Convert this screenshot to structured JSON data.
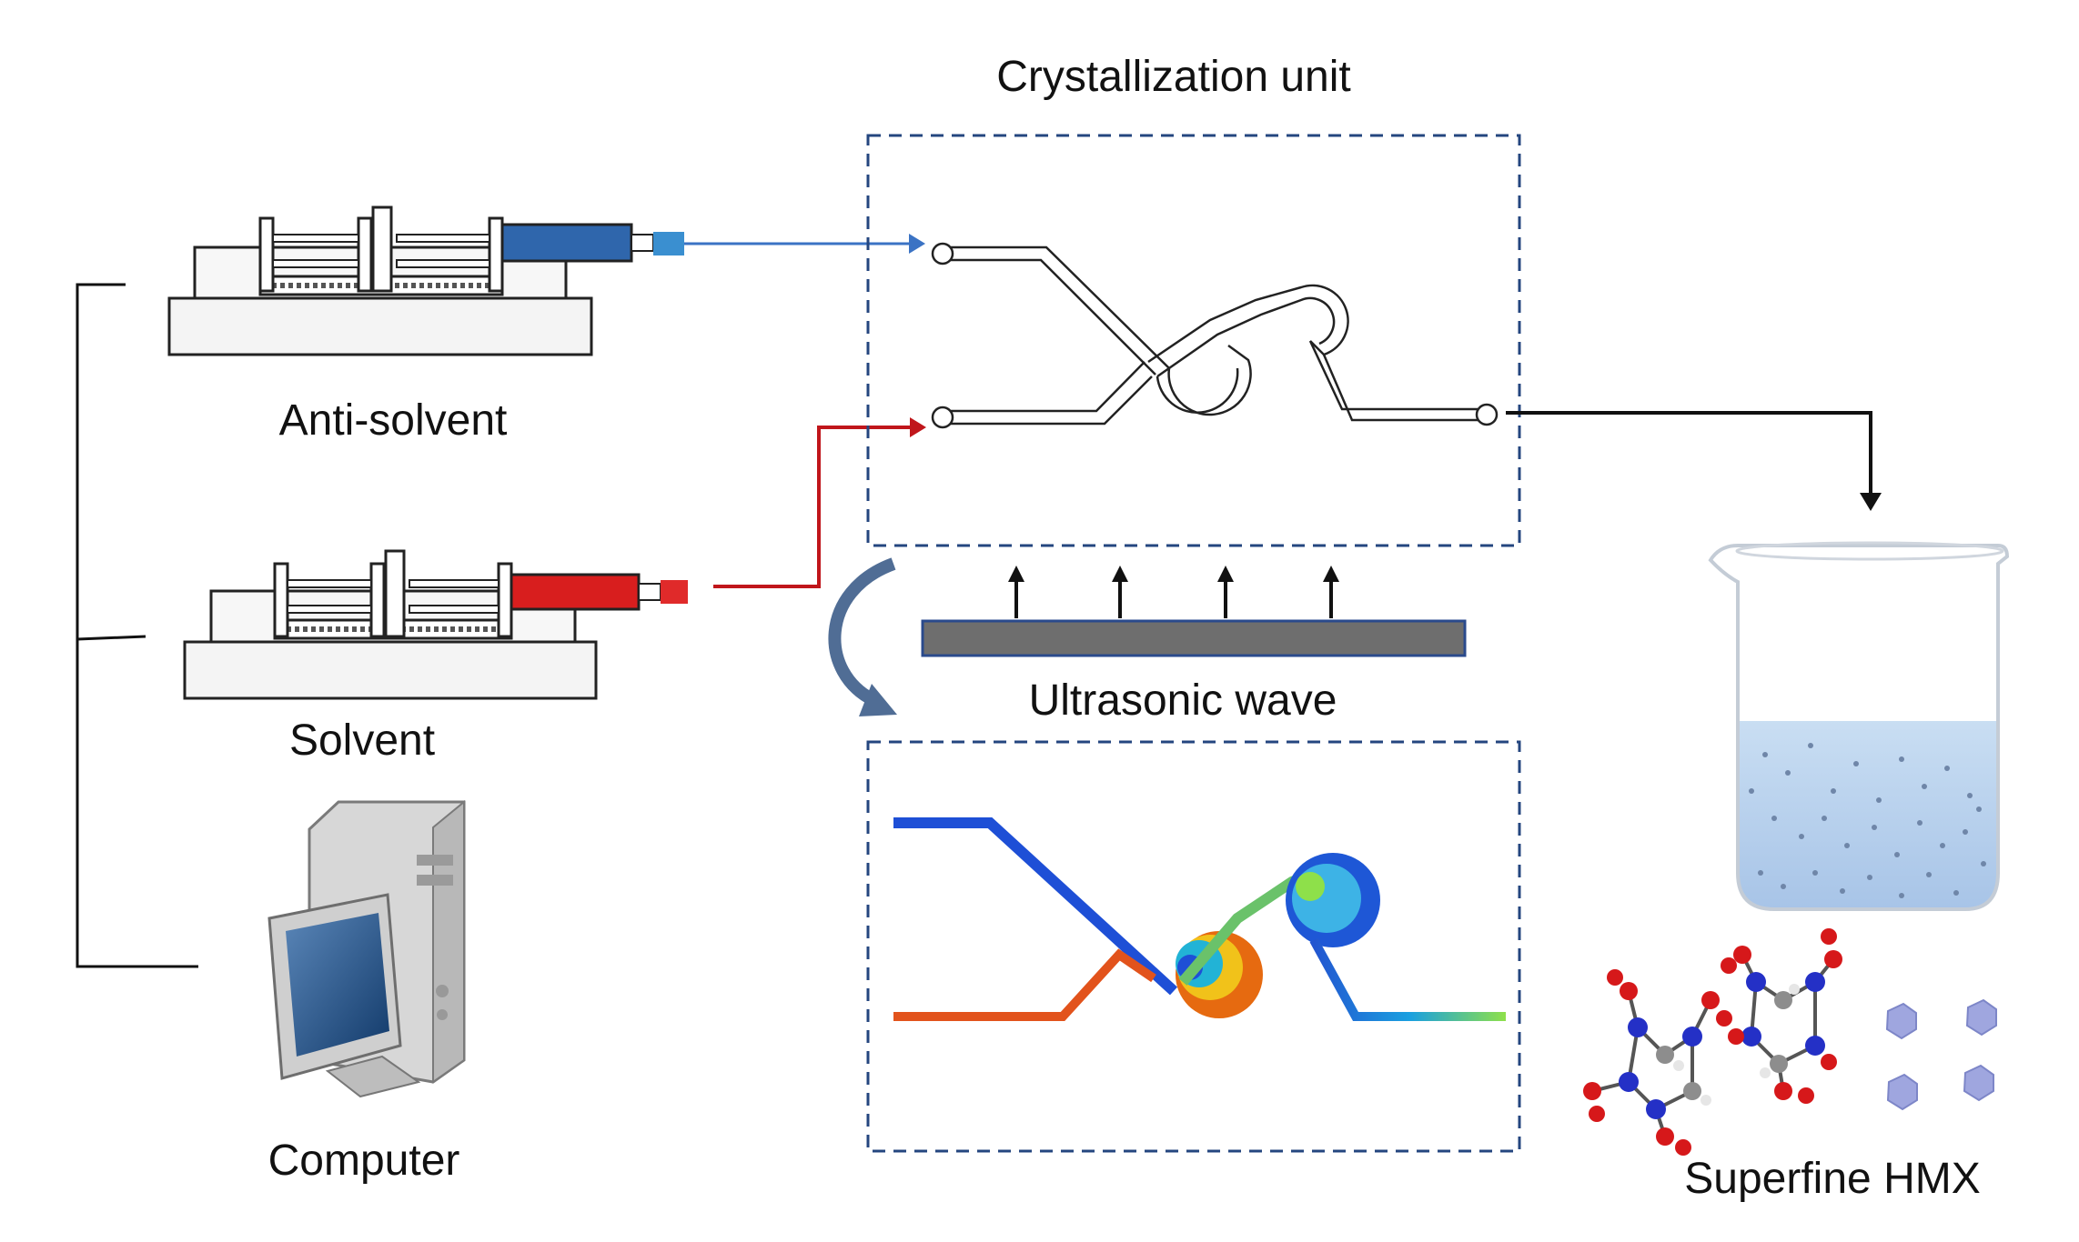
{
  "labels": {
    "crystallization": "Crystallization unit",
    "anti_solvent": "Anti-solvent",
    "solvent": "Solvent",
    "computer": "Computer",
    "ultrasonic": "Ultrasonic wave",
    "product": "Superfine HMX"
  },
  "colors": {
    "anti_solvent_line": "#3b73c4",
    "solvent_line": "#c0161b",
    "dashed_box": "#24467f",
    "plate": "#6e6e6e",
    "outlet_line": "#111111",
    "liquid": "#a9c7e8",
    "crystals": "#9fa6df"
  },
  "icons": {
    "pump": "syringe-pump-icon",
    "computer": "desktop-computer-icon",
    "beaker": "beaker-icon",
    "molecule": "hmx-molecule-icon",
    "crystal": "crystal-particle-icon"
  }
}
